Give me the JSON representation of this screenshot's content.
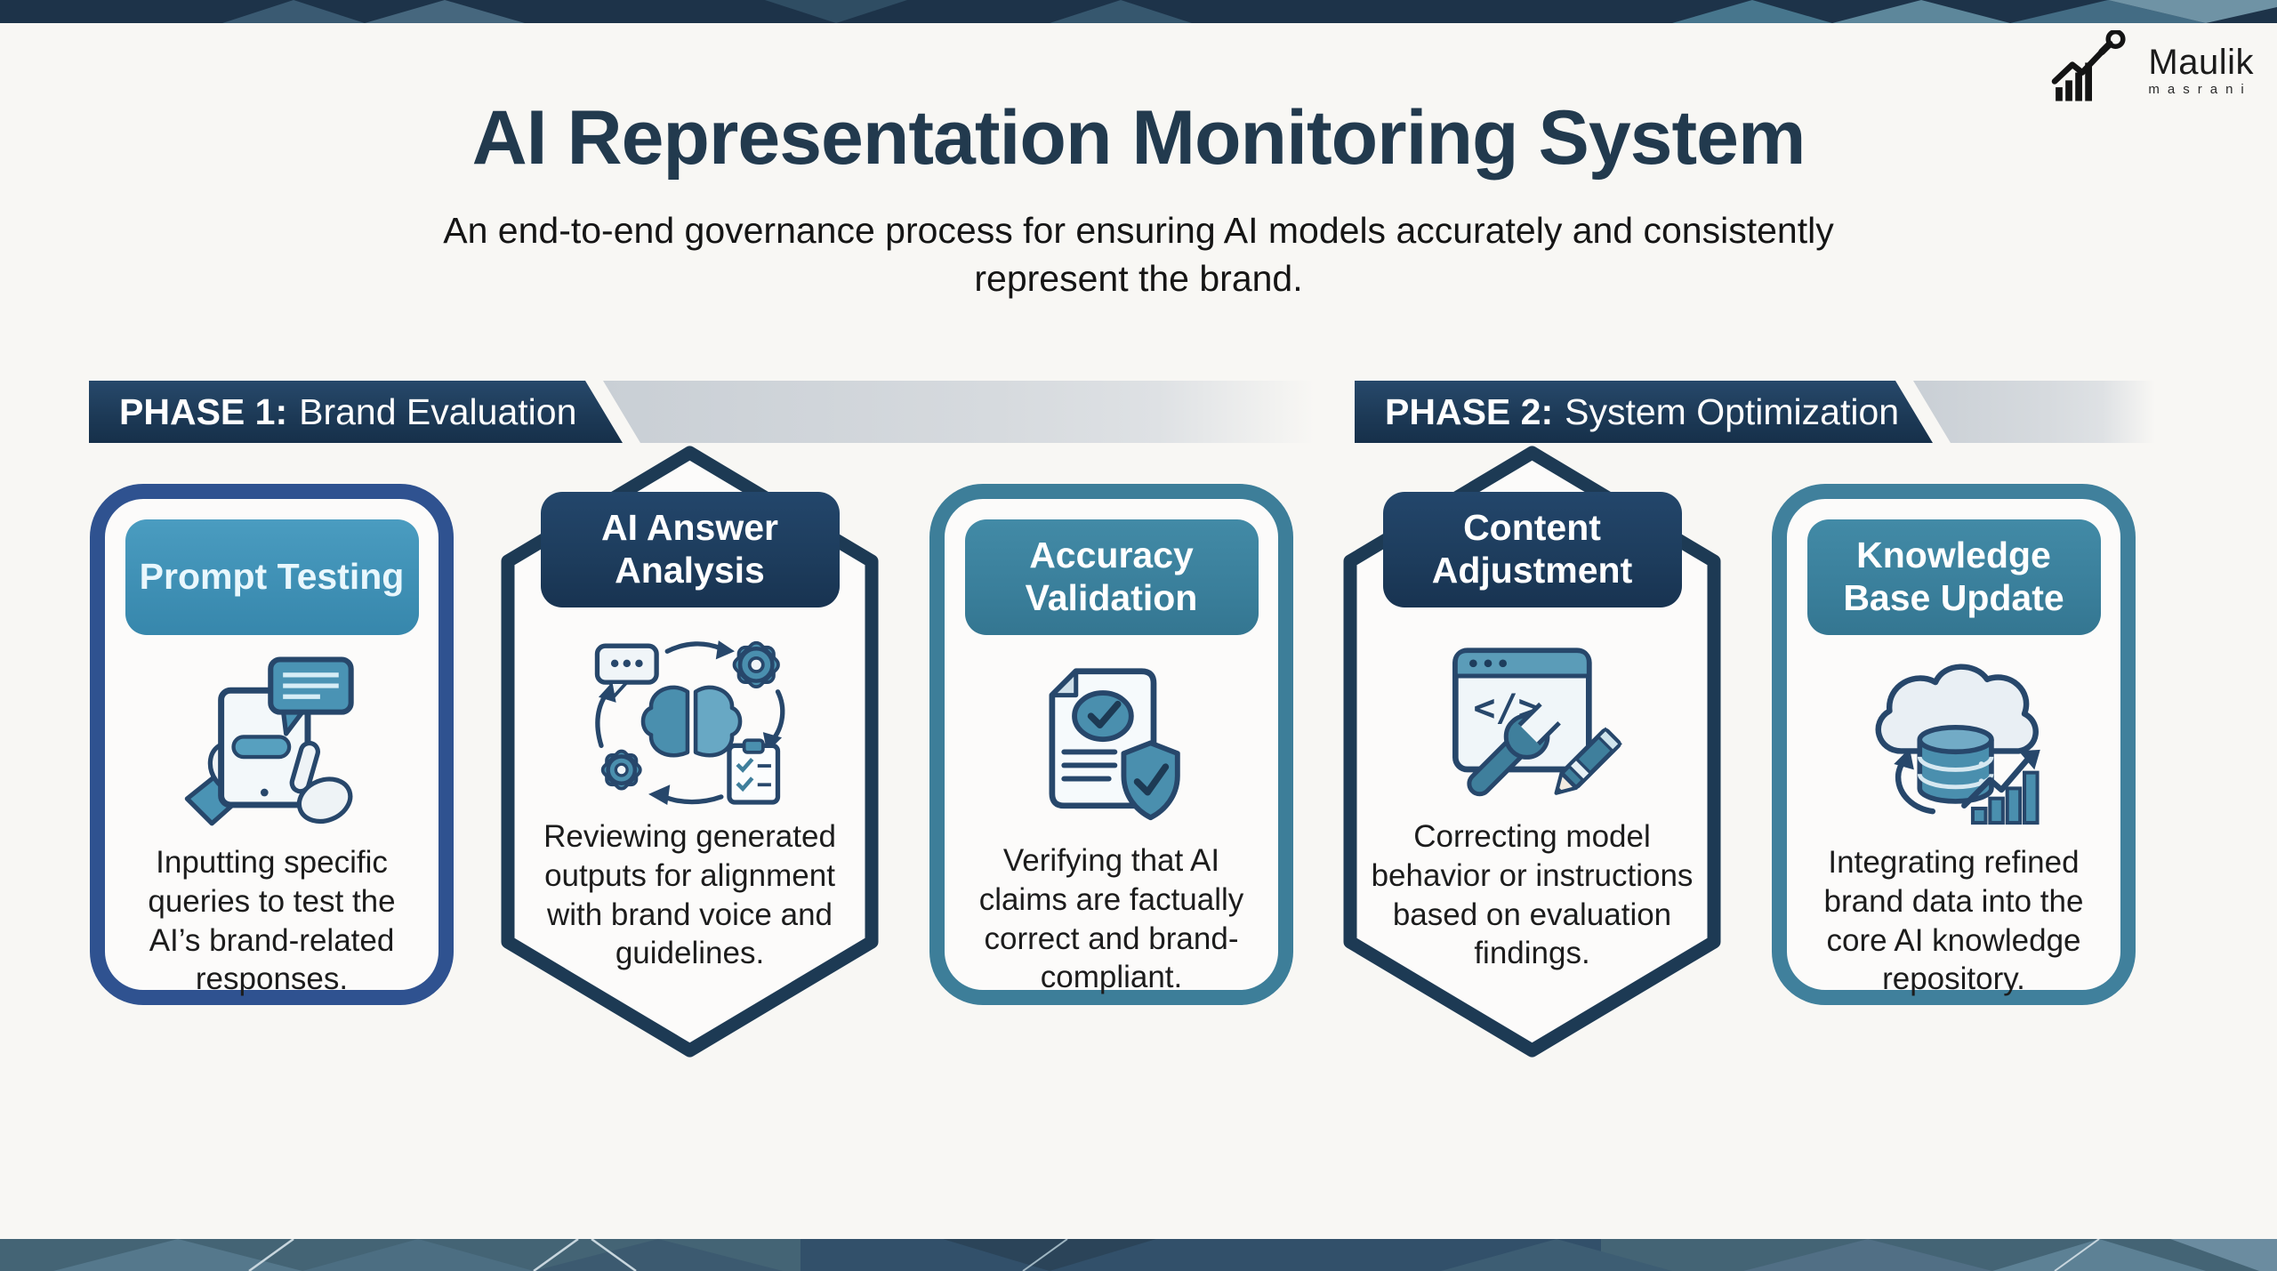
{
  "meta": {
    "background": "#f8f7f4",
    "navy": "#1d3a57",
    "hex_border": "#1d3a54",
    "blue_card_border": "#2f5290",
    "teal_card_border": "#3d7e99",
    "pill_blue": "#3e8fb4",
    "pill_navy": "#1d3c5c",
    "pill_teal": "#3a7f9b",
    "strip_gray": "#d6dade",
    "icon_outline": "#27476b",
    "icon_teal": "#4a8fae"
  },
  "logo": {
    "icon": "magnifier-growth-chart-icon",
    "brand_first": "Maulik",
    "brand_second": "masrani"
  },
  "header": {
    "title": "AI Representation Monitoring System",
    "subtitle": "An end-to-end governance process for ensuring AI models accurately and consistently represent the brand."
  },
  "phases": [
    {
      "label_bold": "PHASE 1:",
      "label_text": "Brand Evaluation"
    },
    {
      "label_bold": "PHASE 2:",
      "label_text": "System Optimization"
    }
  ],
  "cards": [
    {
      "title": "Prompt Testing",
      "description": "Inputting specific queries to test the AI’s brand-related responses.",
      "icon": "tablet-chat-icon",
      "shape": "rounded-rectangle",
      "phase": 1
    },
    {
      "title": "AI Answer Analysis",
      "description": "Reviewing generated outputs for alignment with brand voice and guidelines.",
      "icon": "brain-gears-cycle-icon",
      "shape": "hexagon",
      "phase": 1
    },
    {
      "title": "Accuracy Validation",
      "description": "Verifying that AI claims are factually correct and brand-compliant.",
      "icon": "document-shield-check-icon",
      "shape": "rounded-rectangle",
      "phase": 1
    },
    {
      "title": "Content Adjustment",
      "description": "Correcting model behavior or instructions based on evaluation findings.",
      "icon": "code-window-wrench-pencil-icon",
      "shape": "hexagon",
      "phase": 2
    },
    {
      "title": "Knowledge Base Update",
      "description": "Integrating refined brand data into the core AI knowledge repository.",
      "icon": "cloud-database-growth-icon",
      "shape": "rounded-rectangle",
      "phase": 2
    }
  ]
}
